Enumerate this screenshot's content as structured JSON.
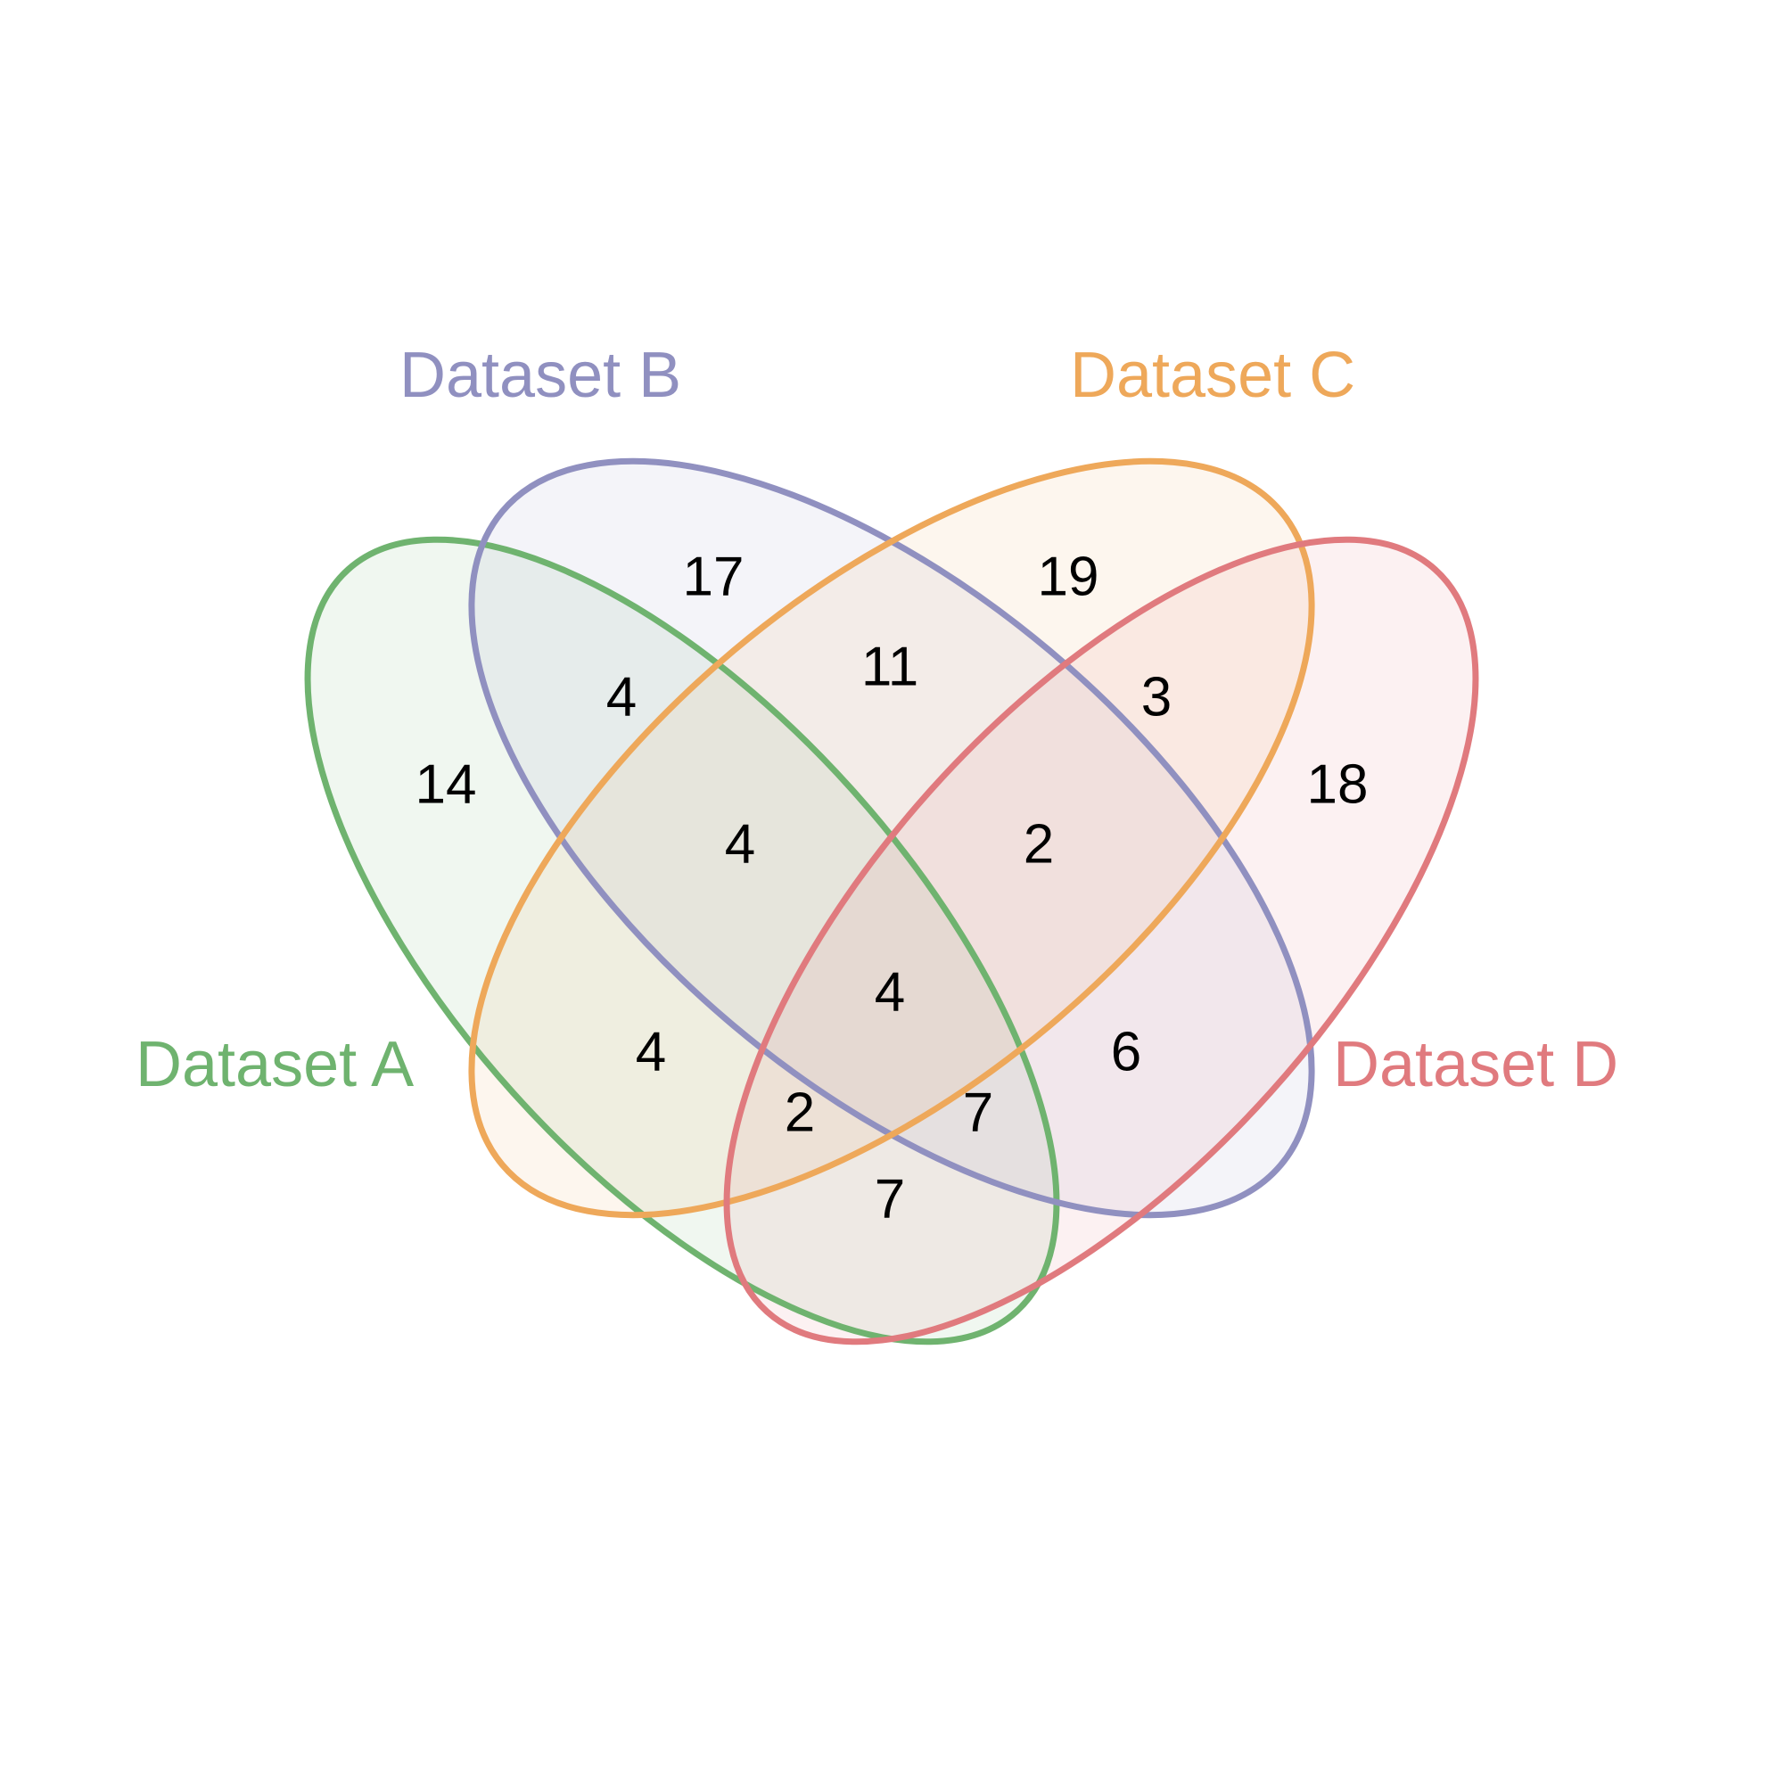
{
  "chart_data": {
    "type": "venn",
    "sets": [
      {
        "key": "A",
        "name": "Dataset A",
        "color": "#6fb36f"
      },
      {
        "key": "B",
        "name": "Dataset B",
        "color": "#9090c0"
      },
      {
        "key": "C",
        "name": "Dataset C",
        "color": "#eea85a"
      },
      {
        "key": "D",
        "name": "Dataset D",
        "color": "#e07a7e"
      }
    ],
    "regions": [
      {
        "sets": [
          "A"
        ],
        "count": 14
      },
      {
        "sets": [
          "B"
        ],
        "count": 17
      },
      {
        "sets": [
          "C"
        ],
        "count": 19
      },
      {
        "sets": [
          "D"
        ],
        "count": 18
      },
      {
        "sets": [
          "A",
          "B"
        ],
        "count": 4
      },
      {
        "sets": [
          "B",
          "C"
        ],
        "count": 11
      },
      {
        "sets": [
          "C",
          "D"
        ],
        "count": 3
      },
      {
        "sets": [
          "A",
          "C"
        ],
        "count": 4
      },
      {
        "sets": [
          "B",
          "D"
        ],
        "count": 6
      },
      {
        "sets": [
          "A",
          "D"
        ],
        "count": 7
      },
      {
        "sets": [
          "A",
          "B",
          "C"
        ],
        "count": 4
      },
      {
        "sets": [
          "B",
          "C",
          "D"
        ],
        "count": 2
      },
      {
        "sets": [
          "A",
          "C",
          "D"
        ],
        "count": 2
      },
      {
        "sets": [
          "A",
          "B",
          "D"
        ],
        "count": 7
      },
      {
        "sets": [
          "A",
          "B",
          "C",
          "D"
        ],
        "count": 4
      }
    ]
  }
}
